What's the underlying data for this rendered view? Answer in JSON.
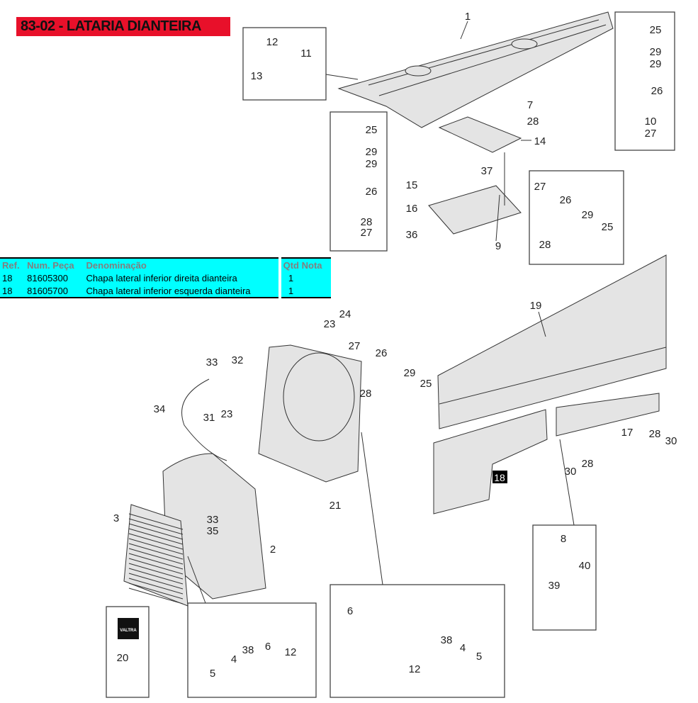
{
  "title": "83-02 - LATARIA DIANTEIRA",
  "table": {
    "headers": [
      "Ref.",
      "Num. Peça",
      "Denominação",
      "Qtd",
      "Nota"
    ],
    "rows": [
      {
        "ref": "18",
        "part": "81605300",
        "name": "Chapa lateral inferior direita dianteira",
        "qty": "1",
        "note": ""
      },
      {
        "ref": "18",
        "part": "81605700",
        "name": "Chapa lateral inferior esquerda dianteira",
        "qty": "1",
        "note": ""
      }
    ]
  },
  "diagram": {
    "highlighted_ref": "18",
    "highlight_color": "#000000",
    "title_color": "#e8102a",
    "table_color": "#00ffff",
    "logo_text": "VALTRA",
    "callouts": [
      "1",
      "12",
      "11",
      "13",
      "25",
      "29",
      "29",
      "26",
      "10",
      "27",
      "7",
      "28",
      "14",
      "25",
      "29",
      "29",
      "26",
      "28",
      "27",
      "37",
      "15",
      "16",
      "36",
      "9",
      "27",
      "26",
      "29",
      "25",
      "28",
      "19",
      "24",
      "23",
      "27",
      "26",
      "28",
      "29",
      "25",
      "33",
      "32",
      "34",
      "31",
      "23",
      "21",
      "17",
      "28",
      "30",
      "30",
      "28",
      "3",
      "33",
      "35",
      "2",
      "8",
      "40",
      "39",
      "20",
      "6",
      "4",
      "38",
      "12",
      "5",
      "6",
      "38",
      "4",
      "5",
      "12"
    ]
  }
}
